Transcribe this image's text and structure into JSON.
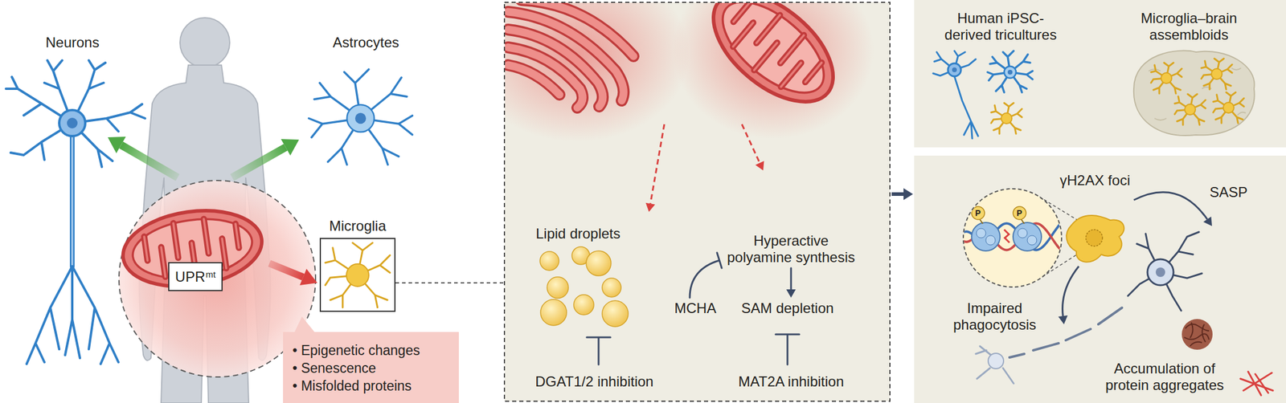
{
  "diagram": {
    "nodes": [
      {
        "text": [
          "UPR",
          "mt"
        ]
      },
      {
        "text": [
          "Microglia"
        ]
      },
      {
        "text": [
          "• Epigenetic changes",
          "• Senescence",
          "• Misfolded proteins"
        ]
      }
    ],
    "labels": [
      "Neurons",
      "Astrocytes",
      "Lipid droplets",
      "Hyperactive polyamine synthesis",
      "MCHA",
      "SAM depletion",
      "DGAT1/2 inhibition",
      "MAT2A inhibition",
      "Human iPSC- derived tricultures",
      "Microglia–brain assembloids",
      "γH2AX foci",
      "SASP",
      "Impaired phagocytosis",
      "Accumulation of protein aggregates",
      "P",
      "P"
    ]
  }
}
